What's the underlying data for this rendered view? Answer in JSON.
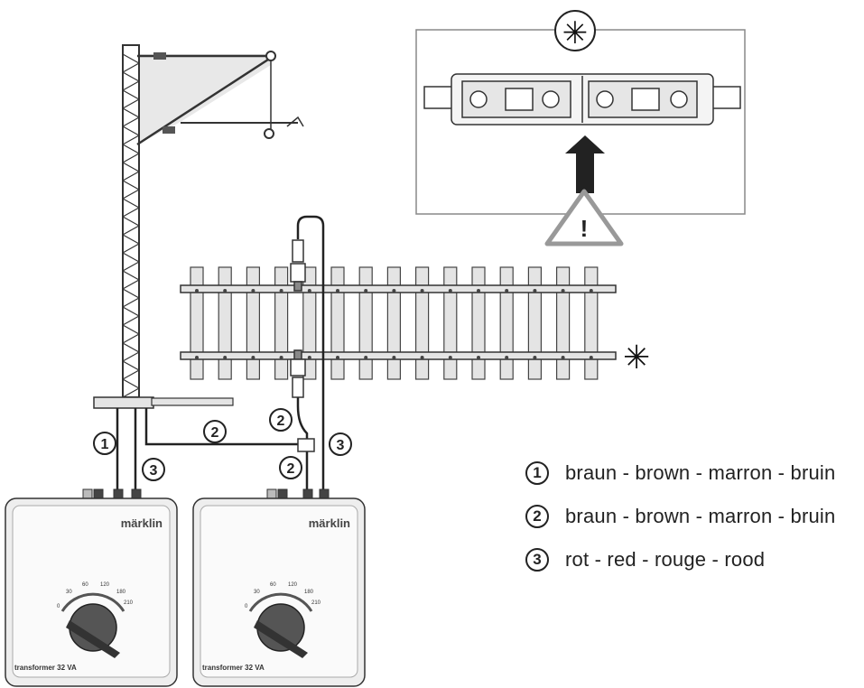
{
  "callouts": {
    "one": "1",
    "two": "2",
    "three": "3"
  },
  "star_symbol": "✳",
  "warning_symbol": "!",
  "transformer_left": {
    "brand": "märklin",
    "model": "transformer 32 VA",
    "dial_marks": [
      "0",
      "30",
      "60",
      "120",
      "180",
      "210"
    ]
  },
  "transformer_right": {
    "brand": "märklin",
    "model": "transformer 32 VA",
    "dial_marks": [
      "0",
      "30",
      "60",
      "120",
      "180",
      "210"
    ]
  },
  "legend": [
    {
      "num": "1",
      "text": "braun - brown - marron - bruin"
    },
    {
      "num": "2",
      "text": "braun - brown - marron - bruin"
    },
    {
      "num": "3",
      "text": "rot - red - rouge - rood"
    }
  ],
  "colors": {
    "line": "#222222",
    "fill_light": "#e4e4e4",
    "box_border": "#888888"
  }
}
